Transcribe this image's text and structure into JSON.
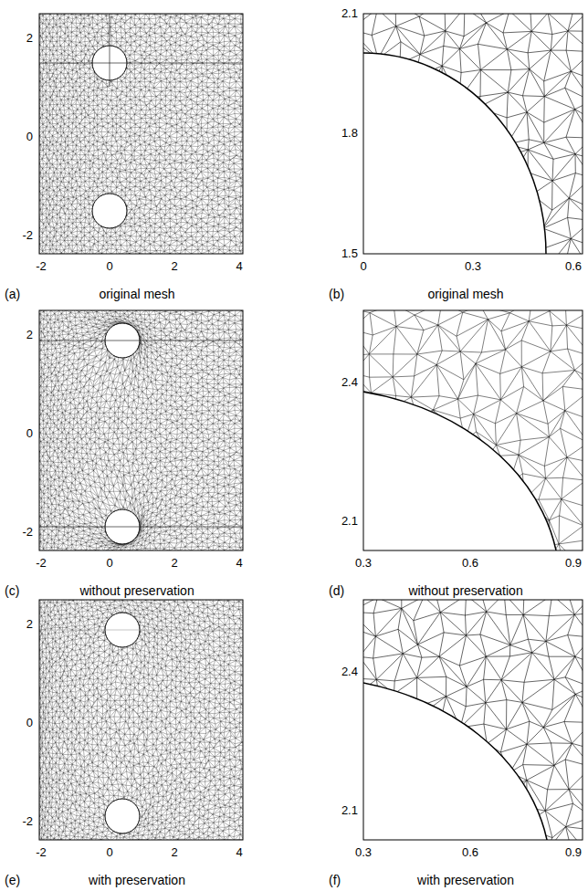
{
  "diagram": {
    "labels": [
      "2",
      "0",
      "-2",
      "-2",
      "0",
      "2",
      "4",
      "(a)",
      "original mesh",
      "2.1",
      "1.8",
      "1.5",
      "0",
      "0.3",
      "0.6",
      "(b)",
      "original mesh",
      "2",
      "0",
      "-2",
      "-2",
      "0",
      "2",
      "4",
      "(c)",
      "without preservation",
      "2.4",
      "2.1",
      "0.3",
      "0.6",
      "0.9",
      "(d)",
      "without preservation",
      "2",
      "0",
      "-2",
      "-2",
      "0",
      "2",
      "4",
      "(e)",
      "with preservation",
      "2.4",
      "2.1",
      "0.3",
      "0.6",
      "0.9",
      "(f)",
      "with preservation"
    ]
  }
}
